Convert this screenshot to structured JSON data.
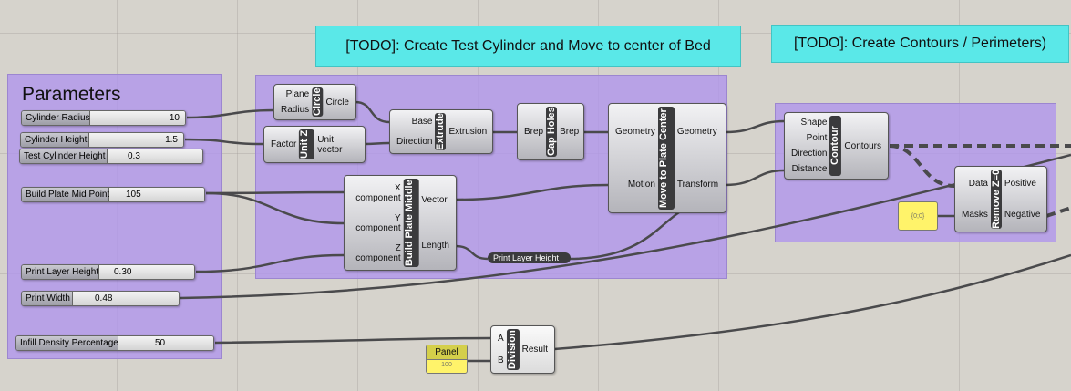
{
  "todos": [
    "[TODO]: Create Test Cylinder and Move to center of Bed",
    "[TODO]: Create Contours / Perimeters)"
  ],
  "parameters": {
    "title": "Parameters",
    "sliders": [
      {
        "label": "Cylinder Radius",
        "value": "10"
      },
      {
        "label": "Cylinder Height",
        "value": "1.5"
      },
      {
        "label": "Test Cylinder Height",
        "value": "0.3"
      },
      {
        "label": "Build Plate Mid Point",
        "value": "105"
      },
      {
        "label": "Print Layer Height",
        "value": "0.30"
      },
      {
        "label": "Print Width",
        "value": "0.48"
      },
      {
        "label": "Infill Density Percentage",
        "value": "50"
      }
    ]
  },
  "nodes": {
    "circle": {
      "name": "Circle",
      "inputs": [
        "Plane",
        "Radius"
      ],
      "outputs": [
        "Circle"
      ]
    },
    "unitz": {
      "name": "Unit Z",
      "inputs": [
        "Factor"
      ],
      "outputs": [
        "Unit vector"
      ]
    },
    "extrude": {
      "name": "Extrude",
      "inputs": [
        "Base",
        "Direction"
      ],
      "outputs": [
        "Extrusion"
      ]
    },
    "cap": {
      "name": "Cap Holes",
      "inputs": [
        "Brep"
      ],
      "outputs": [
        "Brep"
      ]
    },
    "move": {
      "name": "Move to Plate Center",
      "inputs": [
        "Geometry",
        "Motion"
      ],
      "outputs": [
        "Geometry",
        "Transform"
      ]
    },
    "bpm": {
      "name": "Build Plate Middle",
      "inputs": [
        "X component",
        "Y component",
        "Z component"
      ],
      "outputs": [
        "Vector",
        "Length"
      ]
    },
    "contour": {
      "name": "Contour",
      "inputs": [
        "Shape",
        "Point",
        "Direction",
        "Distance"
      ],
      "outputs": [
        "Contours"
      ]
    },
    "removez": {
      "name": "Remove Z=0",
      "inputs": [
        "Data",
        "Masks"
      ],
      "outputs": [
        "Positive",
        "Negative"
      ]
    },
    "division": {
      "name": "Division",
      "inputs": [
        "A",
        "B"
      ],
      "outputs": [
        "Result"
      ]
    }
  },
  "relay": "Print Layer Height",
  "panels": {
    "mask": {
      "value": "{0;0}"
    },
    "hundred": {
      "title": "Panel",
      "value": "100"
    }
  }
}
